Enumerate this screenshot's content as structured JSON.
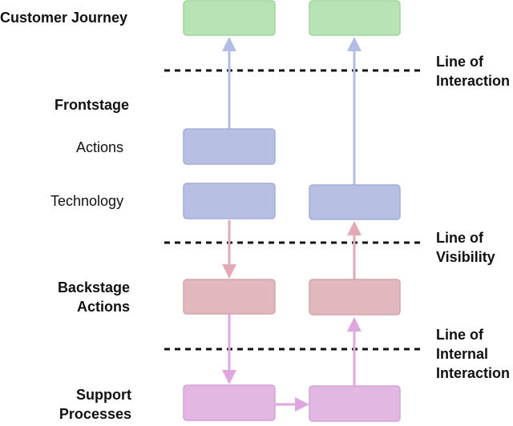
{
  "labels": {
    "customer_journey": "Customer Journey",
    "frontstage": "Frontstage",
    "actions": "Actions",
    "technology": "Technology",
    "backstage_1": "Backstage",
    "backstage_2": "Actions",
    "support_1": "Support",
    "support_2": "Processes"
  },
  "lines": {
    "interaction_1": "Line of",
    "interaction_2": "Interaction",
    "visibility_1": "Line of",
    "visibility_2": "Visibility",
    "internal_1": "Line of",
    "internal_2": "Internal",
    "internal_3": "Interaction"
  },
  "colors": {
    "customer_fill": "#b7e3b5",
    "customer_stroke": "#9fd59c",
    "front_fill": "#b7bfe3",
    "front_stroke": "#a3add9",
    "back_fill": "#e2b8bf",
    "back_stroke": "#d6a3ad",
    "support_fill": "#e2b8e3",
    "support_stroke": "#d5a2d7",
    "arrow_front": "#b3bde3",
    "arrow_back": "#e2aab7",
    "arrow_support": "#e0a6e0",
    "divider": "#111111"
  }
}
